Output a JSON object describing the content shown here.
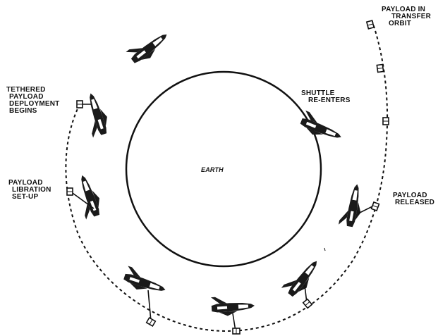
{
  "diagram": {
    "center_label": "EARTH",
    "labels": {
      "payload_in_transfer_orbit": [
        "PAYLOAD IN",
        "TRANSFER",
        "ORBIT"
      ],
      "tethered_payload_deployment_begins": [
        "TETHERED",
        "PAYLOAD",
        "DEPLOYMENT",
        "BEGINS"
      ],
      "shuttle_re_enters": [
        "SHUTTLE",
        "RE-ENTERS"
      ],
      "payload_libration_set_up": [
        "PAYLOAD",
        "LIBRATION",
        "SET-UP"
      ],
      "payload_released": [
        "PAYLOAD",
        "RELEASED"
      ]
    }
  }
}
